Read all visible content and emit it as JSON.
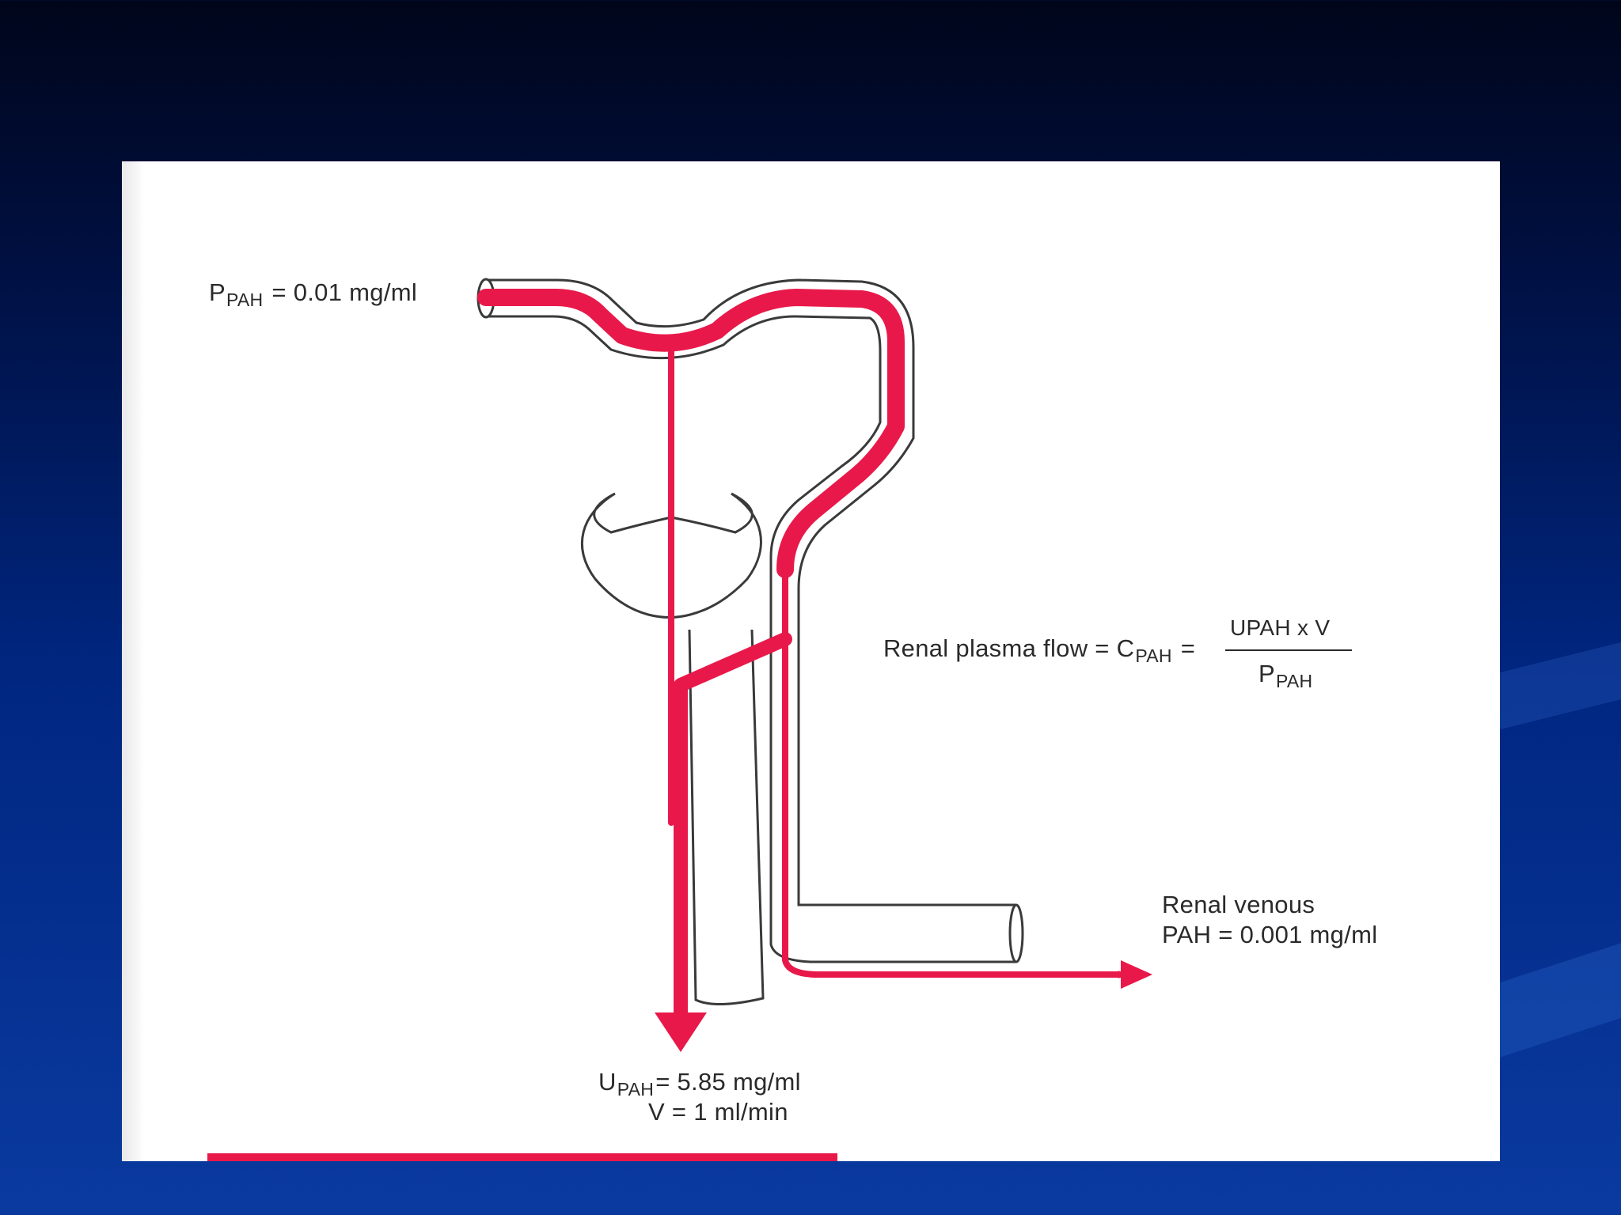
{
  "slide": {
    "background_top": "#00051a",
    "background_bottom": "#0a3aa0"
  },
  "colors": {
    "flow": "#e8194a",
    "outline": "#3a3a3a",
    "panel": "#ffffff"
  },
  "labels": {
    "arterial": {
      "symbol": "P",
      "subscript": "PAH",
      "rest": " = 0.01 mg/ml"
    },
    "formula": {
      "lead": "Renal plasma flow = C",
      "lead_subscript": "PAH",
      "equals": " =",
      "numerator": "UPAH x V",
      "denominator_symbol": "P",
      "denominator_subscript": "PAH"
    },
    "venous": {
      "line1": "Renal venous",
      "line2": "PAH = 0.001 mg/ml"
    },
    "urine": {
      "symbol": "U",
      "subscript": "PAH",
      "rest": "= 5.85 mg/ml",
      "line2": "V = 1 ml/min"
    }
  }
}
